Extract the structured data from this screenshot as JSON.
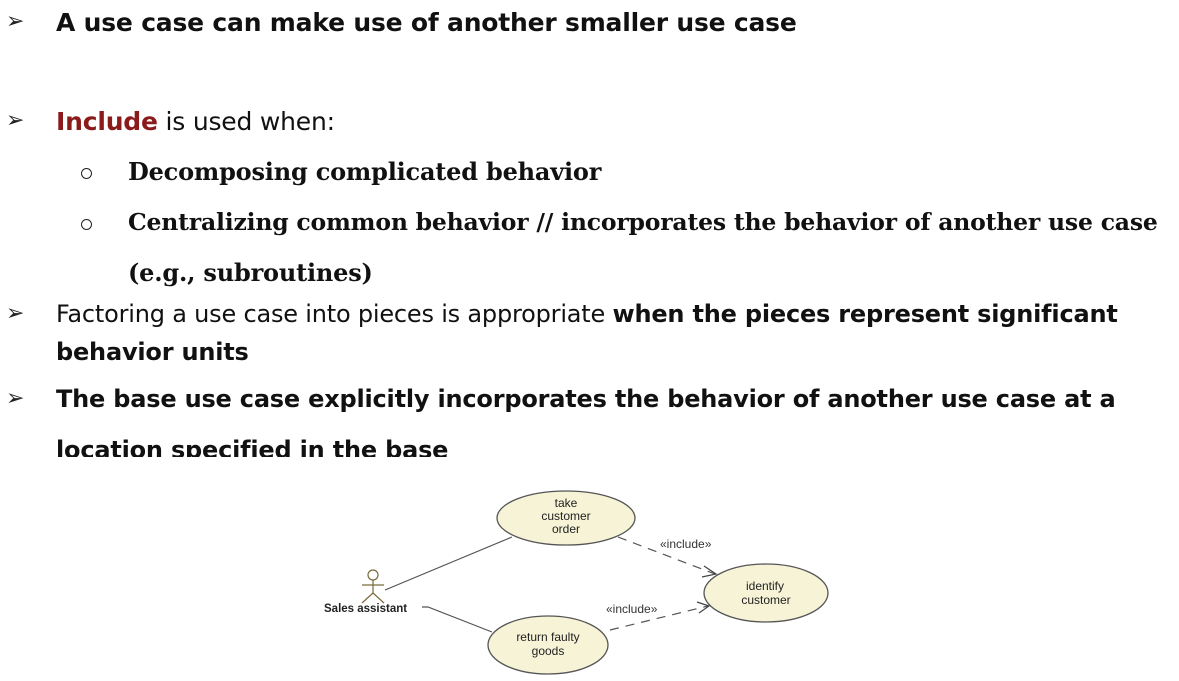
{
  "bullets": {
    "b1": "A use case can make use of another smaller use case",
    "b2_keyword": "Include",
    "b2_rest": " is used when:",
    "sub1": "Decomposing complicated behavior",
    "sub2_line1": "Centralizing common behavior  // incorporates the behavior of another use case",
    "sub2_line2": "(e.g., subroutines)",
    "b3_plain": "Factoring a use case into pieces is appropriate ",
    "b3_bold": "when the pieces represent significant",
    "b3_line2": "behavior units",
    "b4_line1": "The base use case explicitly incorporates the behavior of another use case at a",
    "b4_line2": "location specified in the base"
  },
  "colors": {
    "keyword": "#8b1a1a",
    "usecase_fill": "#f6f3d7"
  },
  "diagram": {
    "actor": "Sales assistant",
    "uc_take": [
      "take",
      "customer",
      "order"
    ],
    "uc_identify": [
      "identify",
      "customer"
    ],
    "uc_return": [
      "return faulty",
      "goods"
    ],
    "include_top": "«include»",
    "include_bottom": "«include»"
  }
}
